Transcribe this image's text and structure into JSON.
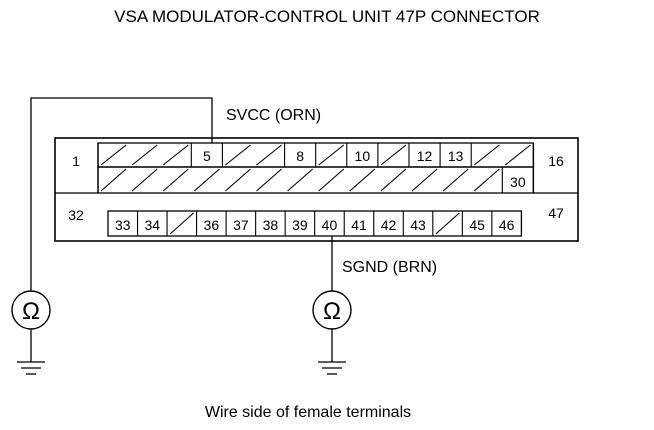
{
  "title": "VSA MODULATOR-CONTROL UNIT 47P CONNECTOR",
  "wires": {
    "svcc": "SVCC (ORN)",
    "sgnd": "SGND (BRN)"
  },
  "meter_symbol": "Ω",
  "caption": "Wire side of female terminals",
  "connector": {
    "corner_left_top": "1",
    "corner_right_top": "16",
    "corner_left_bottom": "32",
    "corner_right_bottom": "47",
    "row1": [
      "",
      "",
      "",
      "5",
      "",
      "",
      "8",
      "",
      "10",
      "",
      "12",
      "13",
      "",
      ""
    ],
    "row2": [
      "",
      "",
      "",
      "",
      "",
      "",
      "",
      "",
      "",
      "",
      "",
      "",
      "",
      "30"
    ],
    "row3": [
      "33",
      "34",
      "",
      "36",
      "37",
      "38",
      "39",
      "40",
      "41",
      "42",
      "43",
      "",
      "45",
      "46"
    ]
  }
}
